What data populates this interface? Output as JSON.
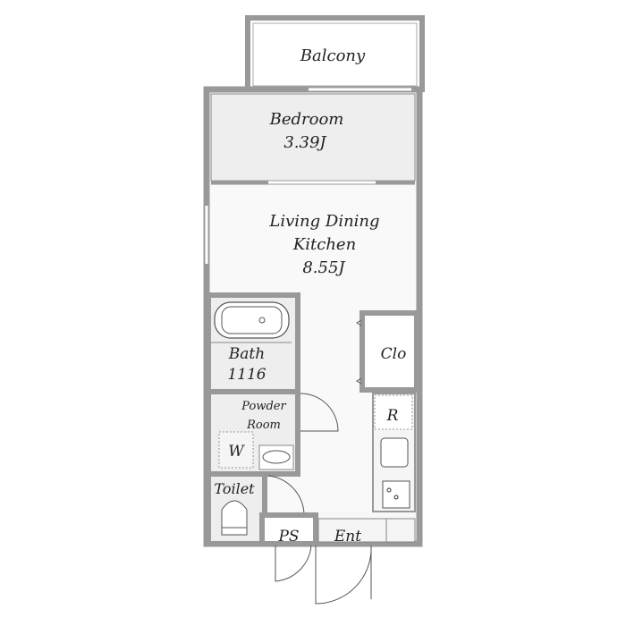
{
  "rooms": {
    "balcony": {
      "name": "Balcony"
    },
    "bedroom": {
      "name": "Bedroom",
      "size": "3.39J"
    },
    "ldk": {
      "name_line1": "Living Dining",
      "name_line2": "Kitchen",
      "size": "8.55J"
    },
    "bath": {
      "name": "Bath",
      "size": "1116"
    },
    "closet": {
      "name": "Clo"
    },
    "powder_room": {
      "name_line1": "Powder",
      "name_line2": "Room"
    },
    "washer": {
      "name": "W"
    },
    "refrigerator": {
      "name": "R"
    },
    "toilet": {
      "name": "Toilet"
    },
    "ps": {
      "name": "PS"
    },
    "entrance": {
      "name": "Ent"
    }
  }
}
